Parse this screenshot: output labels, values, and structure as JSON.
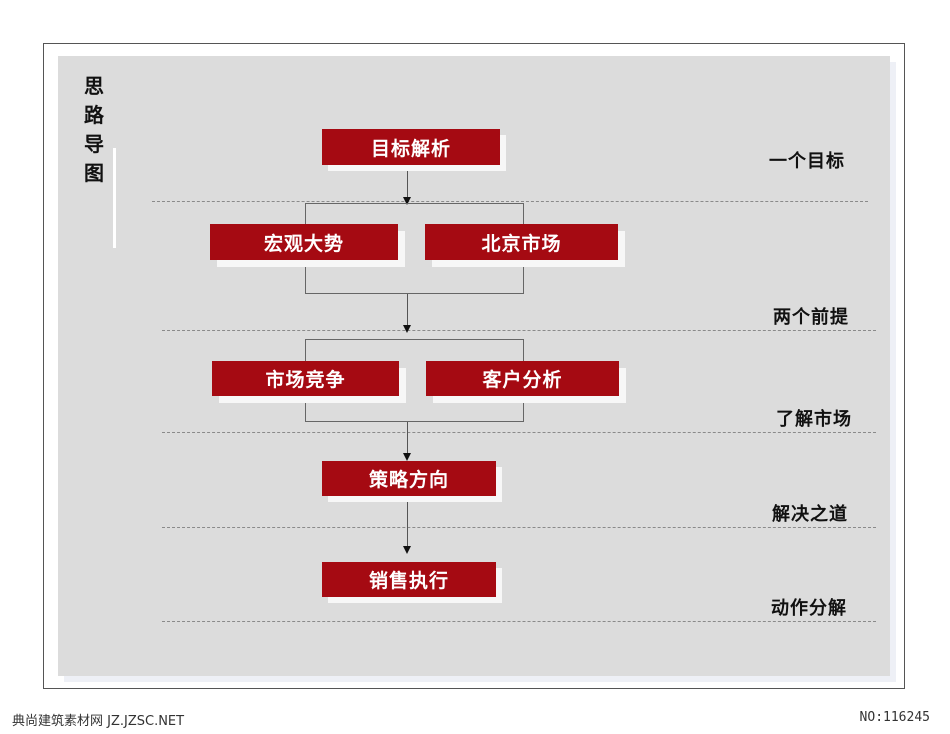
{
  "side_title": "思路导图",
  "nodes": {
    "goal_analysis": "目标解析",
    "macro_trend": "宏观大势",
    "beijing_market": "北京市场",
    "market_competition": "市场竞争",
    "customer_analysis": "客户分析",
    "strategy_direction": "策略方向",
    "sales_execution": "销售执行"
  },
  "stage_labels": {
    "one_goal": "一个目标",
    "two_premises": "两个前提",
    "understand_market": "了解市场",
    "solution": "解决之道",
    "action_breakdown": "动作分解"
  },
  "footer": {
    "watermark": "典尚建筑素材网 JZ.JZSC.NET",
    "number": "NO:116245"
  },
  "colors": {
    "node_fill": "#a50a12",
    "panel": "#dcdcdc"
  }
}
